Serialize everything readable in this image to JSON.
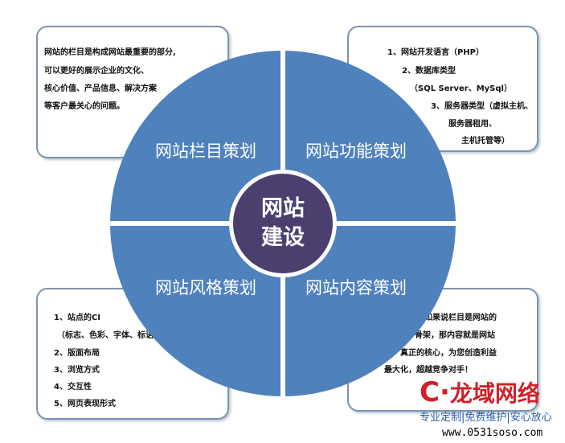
{
  "center": {
    "line1": "网站",
    "line2": "建设"
  },
  "quadrants": [
    "网站栏目策划",
    "网站功能策划",
    "网站风格策划",
    "网站内容策划"
  ],
  "boxes": {
    "top_left": [
      "网站的栏目是构成网站最重要的部分,",
      "可以更好的展示企业的文化、",
      "核心价值、产品信息、解决方案",
      "等客户最关心的问题。"
    ],
    "top_right": [
      "1、网站开发语言（PHP）",
      "2、数据库类型",
      "（SQL Server、MySql）",
      "3、服务器类型（虚拟主机、",
      "服务器租用、",
      "主机托管等）"
    ],
    "bottom_left": [
      "1、站点的CI",
      "（标志、色彩、字体、标语）",
      "2、版面布局",
      "3、浏览方式",
      "4、交互性",
      "5、网页表现形式"
    ],
    "bottom_right": [
      "如果说栏目是网站的",
      "骨架，那内容就是网站",
      "真正的核心，为您创造利益",
      "最大化，超越竞争对手！"
    ]
  },
  "logo": {
    "name": "龙域网络",
    "slogan": "专业定制|免费维护|安心放心",
    "url": "www.0531soso.com"
  },
  "colors": {
    "quadrant": "#4f81bd",
    "center": "#4b3f70",
    "logo_red": "#d0202a",
    "slogan_blue": "#2a5caa"
  }
}
